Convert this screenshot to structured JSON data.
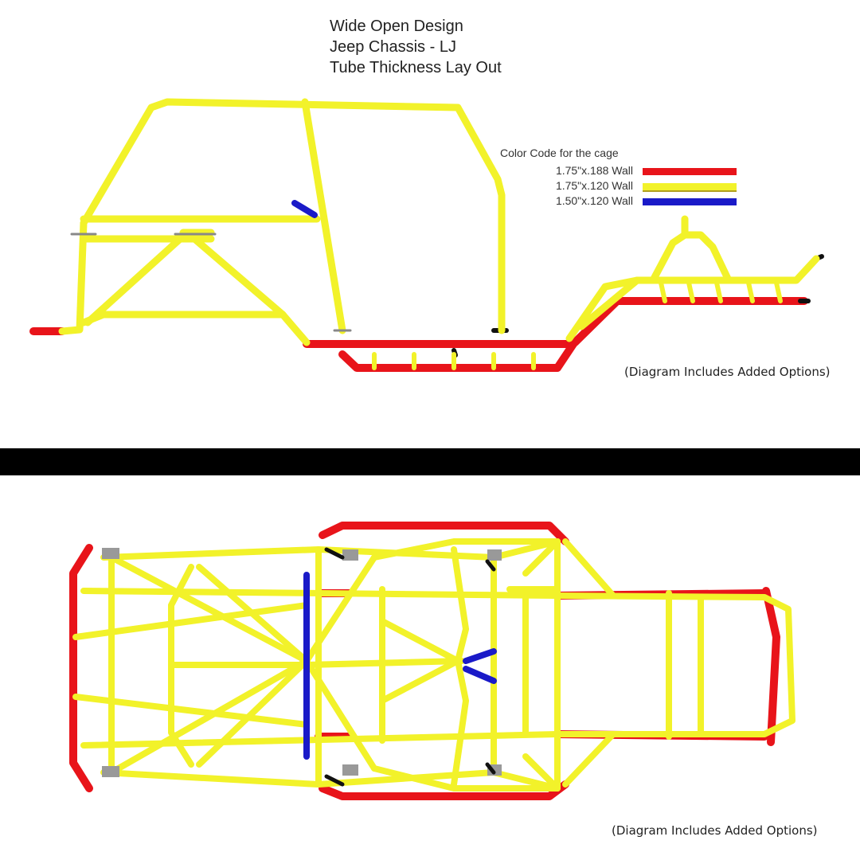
{
  "header": {
    "title_lines": [
      "Wide Open Design",
      "Jeep Chassis - LJ",
      "Tube Thickness Lay Out"
    ]
  },
  "legend": {
    "title": "Color Code for the cage",
    "items": [
      {
        "label": "1.75\"x.188 Wall",
        "color": "#e8141a"
      },
      {
        "label": "1.75\"x.120 Wall",
        "color": "#f2f22a"
      },
      {
        "label": "1.50\"x.120 Wall",
        "color": "#1a1ac8"
      }
    ]
  },
  "side_view": {
    "note": "(Diagram Includes Added Options)"
  },
  "top_view": {
    "note": "(Diagram Includes Added Options)"
  }
}
